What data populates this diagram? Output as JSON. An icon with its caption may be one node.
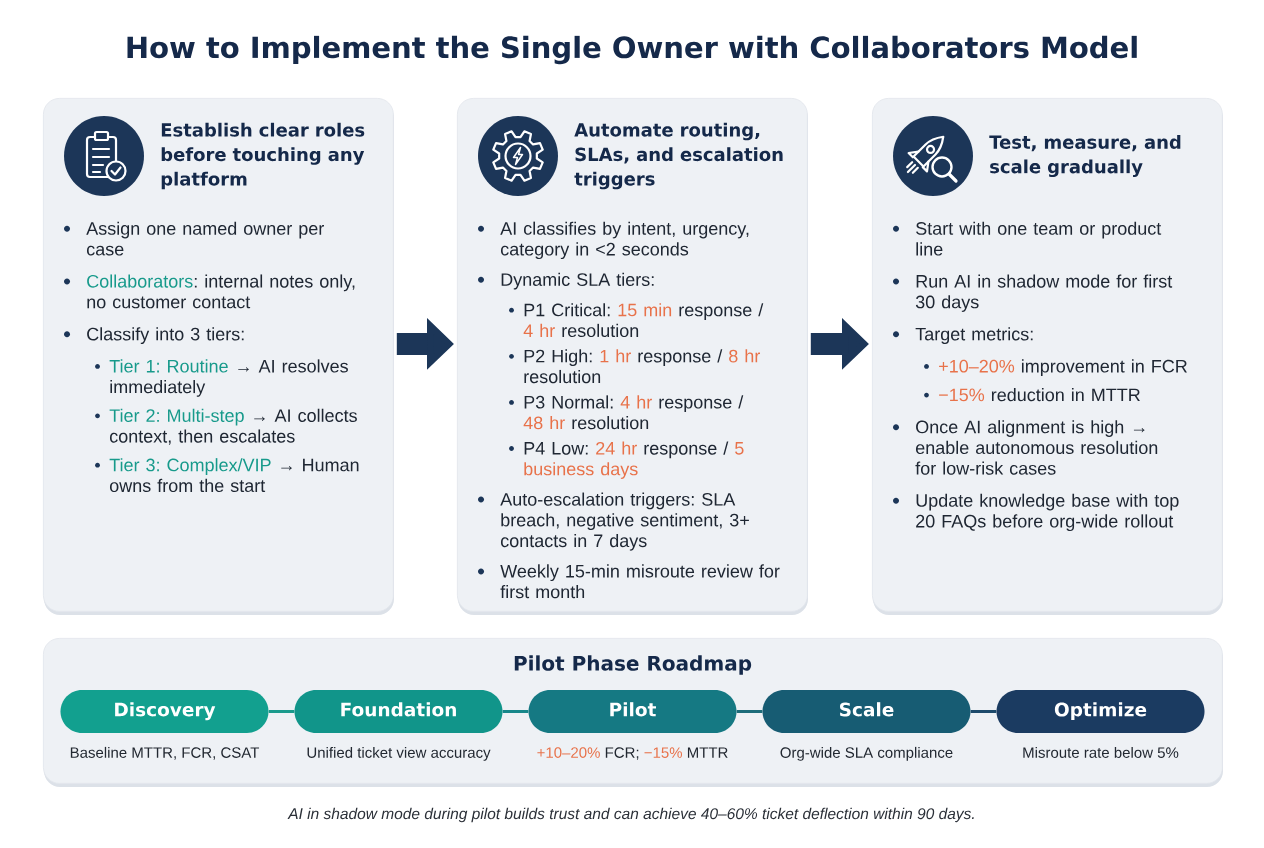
{
  "diagram": {
    "title": "How to Implement the Single Owner with Collaborators Model",
    "nodes": [
      {
        "text": [
          "Establish clear roles before touching any platform",
          "Assign one named owner per case",
          "Collaborators: internal notes only, no customer contact",
          "Classify into 3 tiers:",
          "Tier 1: Routine → AI resolves immediately",
          "Tier 2: Multi-step → AI collects context, then escalates",
          "Tier 3: Complex/VIP → Human owns from the start"
        ]
      },
      {
        "text": [
          "Automate routing, SLAs, and escalation triggers",
          "AI classifies by intent, urgency, category in <2 seconds",
          "Dynamic SLA tiers:",
          "P1 Critical: 15 min response / 4 hr resolution",
          "P2 High: 1 hr response / 8 hr resolution",
          "P3 Normal: 4 hr response / 48 hr resolution",
          "P4 Low: 24 hr response / 5 business days",
          "Auto-escalation triggers: SLA breach, negative sentiment, 3+ contacts in 7 days",
          "Weekly 15-min misroute review for first month"
        ]
      },
      {
        "text": [
          "Test, measure, and scale gradually",
          "Start with one team or product line",
          "Run AI in shadow mode for first 30 days",
          "Target metrics:",
          "+10–20% improvement in FCR",
          "−15% reduction in MTTR",
          "Once AI alignment is high → enable autonomous resolution for low-risk cases",
          "Update knowledge base with top 20 FAQs before org-wide rollout"
        ]
      },
      {
        "text": [
          "Pilot Phase Roadmap"
        ]
      },
      {
        "text": [
          "Discovery"
        ],
        "in": 3,
        "beside": [
          "Baseline MTTR, FCR, CSAT"
        ]
      },
      {
        "text": [
          "Foundation"
        ],
        "in": 3,
        "beside": [
          "Unified ticket view accuracy"
        ]
      },
      {
        "text": [
          "Pilot"
        ],
        "in": 3,
        "beside": [
          "+10–20% FCR; −15% MTTR"
        ]
      },
      {
        "text": [
          "Scale"
        ],
        "in": 3,
        "beside": [
          "Org-wide SLA compliance"
        ]
      },
      {
        "text": [
          "Optimize"
        ],
        "in": 3,
        "beside": [
          "Misroute rate below 5%"
        ]
      }
    ],
    "edges": [
      {
        "from": 0,
        "to": 1,
        "arrow": "to",
        "style": "thick",
        "color": "#1c3658"
      },
      {
        "from": 1,
        "to": 2,
        "arrow": "to",
        "style": "thick",
        "color": "#1c3658"
      },
      {
        "from": 4,
        "to": 5,
        "arrow": "none",
        "color": "#1a9a8c"
      },
      {
        "from": 5,
        "to": 6,
        "arrow": "none",
        "color": "#17878a"
      },
      {
        "from": 6,
        "to": 7,
        "arrow": "none",
        "color": "#1d6c7a"
      },
      {
        "from": 7,
        "to": 8,
        "arrow": "none",
        "color": "#1d4a6b"
      }
    ],
    "caption": "AI in shadow mode during pilot builds trust and can achieve 40–60% ticket deflection within 90 days."
  }
}
